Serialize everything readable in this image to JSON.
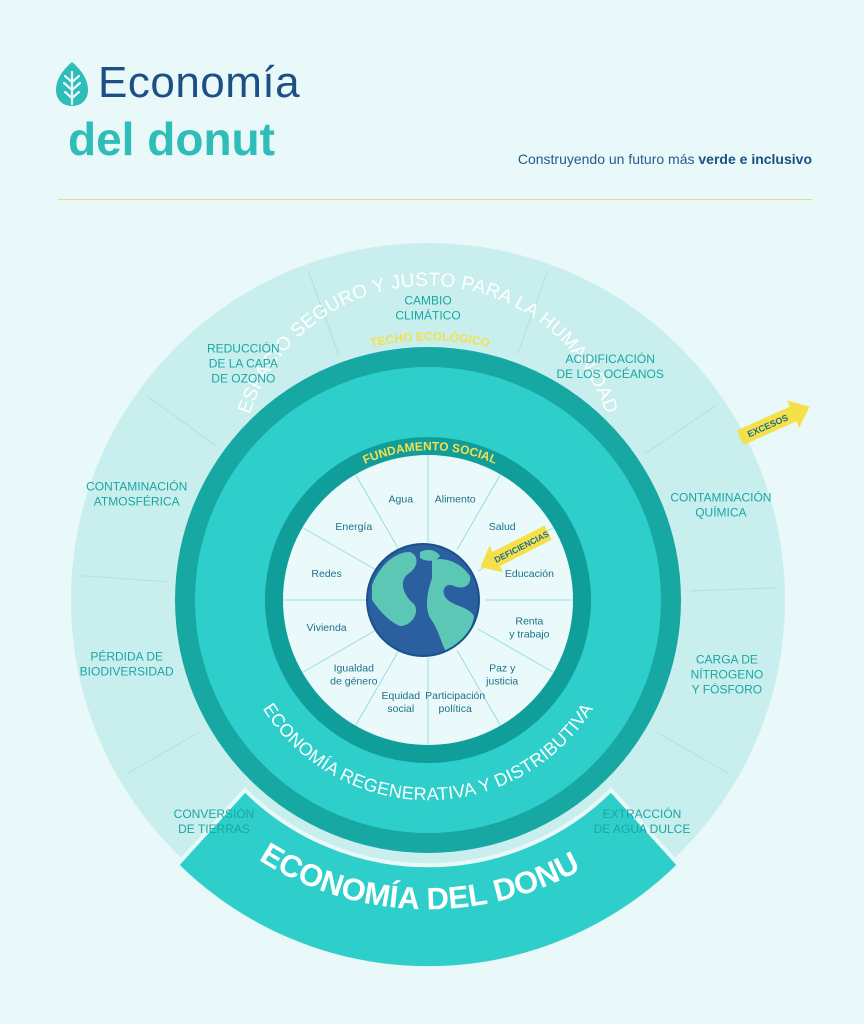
{
  "header": {
    "title_line1": "Economía",
    "title_line2": "del donut",
    "tagline_prefix": "Construyendo un futuro más ",
    "tagline_bold": "verde e inclusivo"
  },
  "colors": {
    "outer_ring": "#c9eeee",
    "ceiling_ring": "#17a8a4",
    "safe_space": "#2ecfcb",
    "foundation_ring": "#0f9e9a",
    "inner_disc": "#eafafa",
    "accent_yellow": "#f5e04a",
    "dark_text": "#1f6f8b",
    "teal_text": "#1aa7a3"
  },
  "rings": {
    "ceiling_label": "TECHO ECOLÓGICO",
    "foundation_label": "FUNDAMENTO SOCIAL",
    "safe_space_top": "ESPACIO SEGURO Y JUSTO PARA LA HUMANIDAD",
    "safe_space_bottom": "ECONOMÍA REGENERATIVA Y DISTRIBUTIVA",
    "bottom_banner": "ECONOMÍA DEL DONUT"
  },
  "arrows": {
    "excess_label": "EXCESOS",
    "deficit_label": "DEFICIENCIAS"
  },
  "ecological_ceiling": [
    [
      "CAMBIO",
      "CLIMÁTICO"
    ],
    [
      "ACIDIFICACIÓN",
      "DE LOS OCÉANOS"
    ],
    [
      "CONTAMINACIÓN",
      "QUÍMICA"
    ],
    [
      "CARGA DE",
      "NÍTROGENO",
      "Y FÓSFORO"
    ],
    [
      "EXTRACCIÓN",
      "DE AGUA DULCE"
    ],
    [
      "CONVERSIÓN",
      "DE TIERRAS"
    ],
    [
      "PÉRDIDA DE",
      "BIODIVERSIDAD"
    ],
    [
      "CONTAMINACIÓN",
      "ATMOSFÉRICA"
    ],
    [
      "REDUCCIÓN",
      "DE LA CAPA",
      "DE OZONO"
    ]
  ],
  "social_foundation": [
    [
      "Agua"
    ],
    [
      "Alimento"
    ],
    [
      "Salud"
    ],
    [
      "Educación"
    ],
    [
      "Renta",
      "y trabajo"
    ],
    [
      "Paz y",
      "justicia"
    ],
    [
      "Participación",
      "política"
    ],
    [
      "Equidad",
      "social"
    ],
    [
      "Igualdad",
      "de género"
    ],
    [
      "Vivienda"
    ],
    [
      "Redes"
    ],
    [
      "Energía"
    ]
  ]
}
